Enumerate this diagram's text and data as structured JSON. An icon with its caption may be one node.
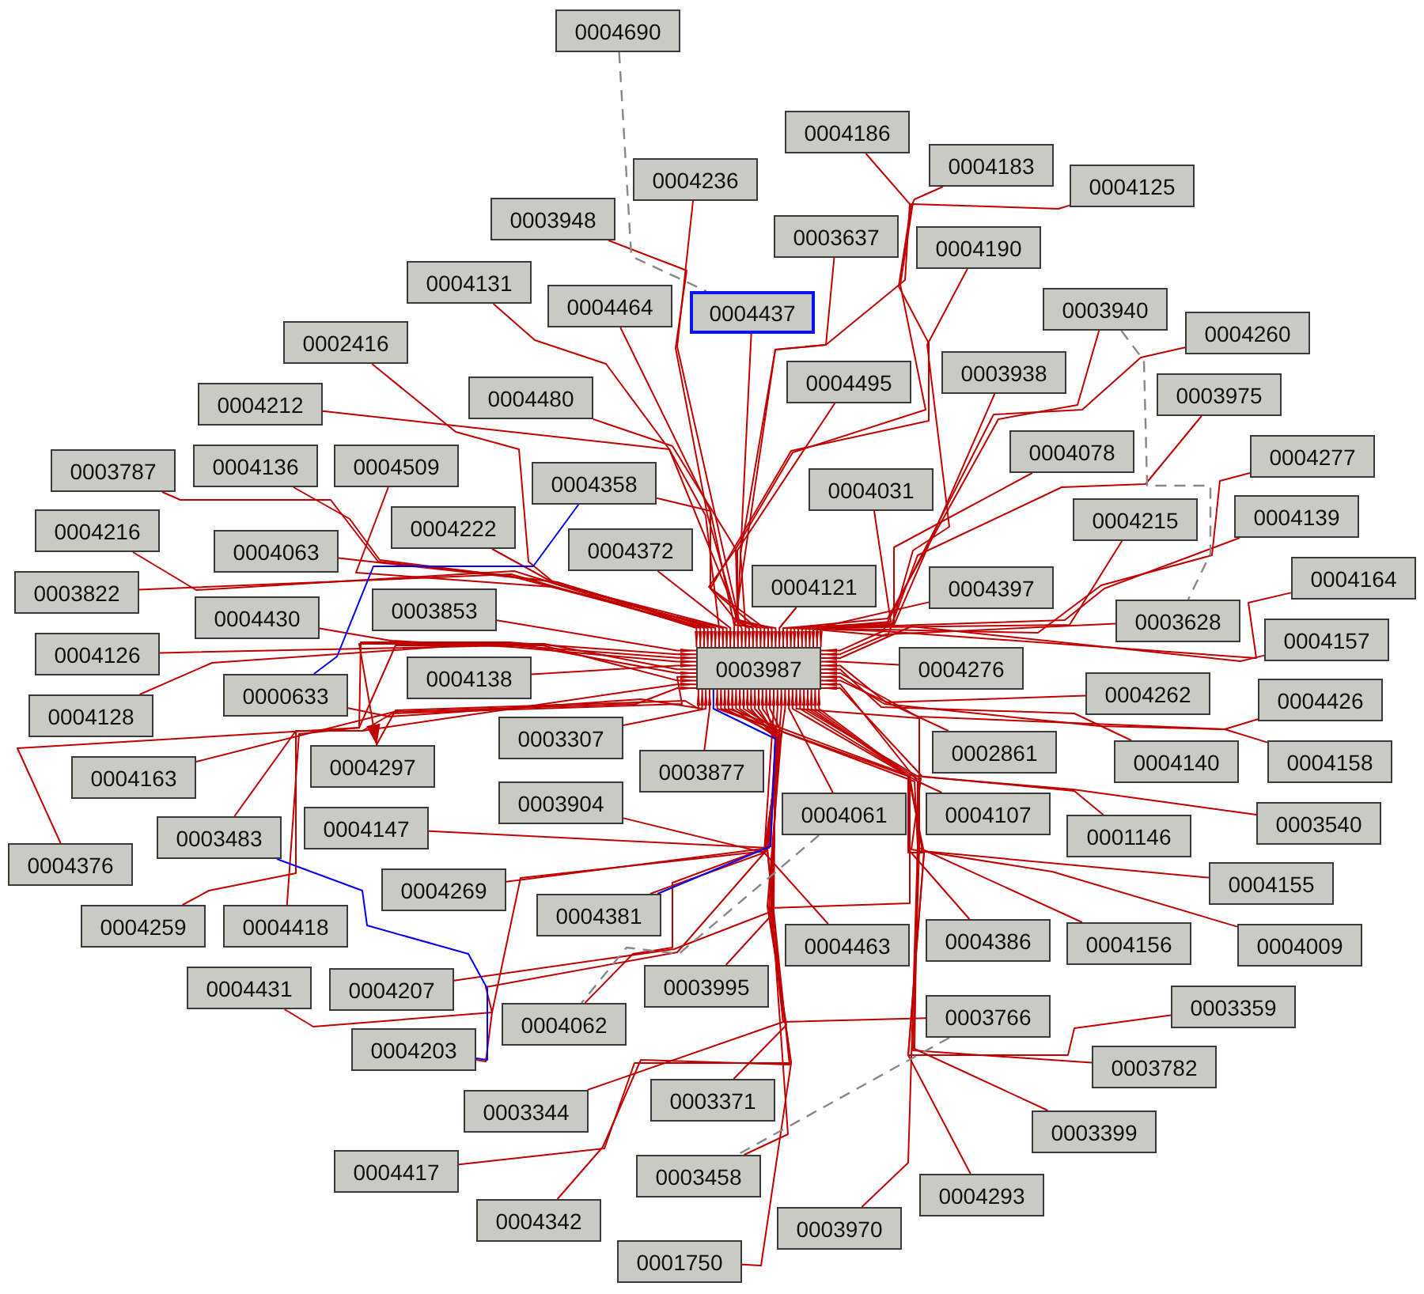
{
  "diagram": {
    "nodes": [
      {
        "text": [
          "0004690"
        ]
      },
      {
        "text": [
          "0004186"
        ]
      },
      {
        "text": [
          "0004183"
        ]
      },
      {
        "text": [
          "0004236"
        ]
      },
      {
        "text": [
          "0004125"
        ]
      },
      {
        "text": [
          "0003948"
        ]
      },
      {
        "text": [
          "0003637"
        ]
      },
      {
        "text": [
          "0004190"
        ]
      },
      {
        "text": [
          "0004131"
        ]
      },
      {
        "text": [
          "0004464"
        ]
      },
      {
        "text": [
          "0004437"
        ]
      },
      {
        "text": [
          "0003940"
        ]
      },
      {
        "text": [
          "0004260"
        ]
      },
      {
        "text": [
          "0002416"
        ]
      },
      {
        "text": [
          "0003938"
        ]
      },
      {
        "text": [
          "0004495"
        ]
      },
      {
        "text": [
          "0003975"
        ]
      },
      {
        "text": [
          "0004480"
        ]
      },
      {
        "text": [
          "0004212"
        ]
      },
      {
        "text": [
          "0004078"
        ]
      },
      {
        "text": [
          "0004277"
        ]
      },
      {
        "text": [
          "0004136"
        ]
      },
      {
        "text": [
          "0004509"
        ]
      },
      {
        "text": [
          "0003787"
        ]
      },
      {
        "text": [
          "0004358"
        ]
      },
      {
        "text": [
          "0004031"
        ]
      },
      {
        "text": [
          "0004139"
        ]
      },
      {
        "text": [
          "0004215"
        ]
      },
      {
        "text": [
          "0004222"
        ]
      },
      {
        "text": [
          "0004216"
        ]
      },
      {
        "text": [
          "0004372"
        ]
      },
      {
        "text": [
          "0004063"
        ]
      },
      {
        "text": [
          "0004164"
        ]
      },
      {
        "text": [
          "0004121"
        ]
      },
      {
        "text": [
          "0004397"
        ]
      },
      {
        "text": [
          "0003822"
        ]
      },
      {
        "text": [
          "0003853"
        ]
      },
      {
        "text": [
          "0004430"
        ]
      },
      {
        "text": [
          "0003628"
        ]
      },
      {
        "text": [
          "0004157"
        ]
      },
      {
        "text": [
          "0004126"
        ]
      },
      {
        "text": [
          "0003987"
        ]
      },
      {
        "text": [
          "0004276"
        ]
      },
      {
        "text": [
          "0004138"
        ]
      },
      {
        "text": [
          "0004262"
        ]
      },
      {
        "text": [
          "0000633"
        ]
      },
      {
        "text": [
          "0004426"
        ]
      },
      {
        "text": [
          "0004128"
        ]
      },
      {
        "text": [
          "0003307"
        ]
      },
      {
        "text": [
          "0002861"
        ]
      },
      {
        "text": [
          "0004140"
        ]
      },
      {
        "text": [
          "0004158"
        ]
      },
      {
        "text": [
          "0004297"
        ]
      },
      {
        "text": [
          "0003877"
        ]
      },
      {
        "text": [
          "0004163"
        ]
      },
      {
        "text": [
          "0003904"
        ]
      },
      {
        "text": [
          "0004061"
        ]
      },
      {
        "text": [
          "0004107"
        ]
      },
      {
        "text": [
          "0003540"
        ]
      },
      {
        "text": [
          "0004147"
        ]
      },
      {
        "text": [
          "0001146"
        ]
      },
      {
        "text": [
          "0003483"
        ]
      },
      {
        "text": [
          "0004376"
        ]
      },
      {
        "text": [
          "0004155"
        ]
      },
      {
        "text": [
          "0004269"
        ]
      },
      {
        "text": [
          "0004381"
        ]
      },
      {
        "text": [
          "0004259"
        ]
      },
      {
        "text": [
          "0004418"
        ]
      },
      {
        "text": [
          "0004386"
        ]
      },
      {
        "text": [
          "0004156"
        ]
      },
      {
        "text": [
          "0004463"
        ]
      },
      {
        "text": [
          "0004009"
        ]
      },
      {
        "text": [
          "0003995"
        ]
      },
      {
        "text": [
          "0004431"
        ]
      },
      {
        "text": [
          "0004207"
        ]
      },
      {
        "text": [
          "0003359"
        ]
      },
      {
        "text": [
          "0003766"
        ]
      },
      {
        "text": [
          "0004062"
        ]
      },
      {
        "text": [
          "0004203"
        ]
      },
      {
        "text": [
          "0003782"
        ]
      },
      {
        "text": [
          "0003371"
        ]
      },
      {
        "text": [
          "0003344"
        ]
      },
      {
        "text": [
          "0003399"
        ]
      },
      {
        "text": [
          "0004417"
        ]
      },
      {
        "text": [
          "0003458"
        ]
      },
      {
        "text": [
          "0004293"
        ]
      },
      {
        "text": [
          "0004342"
        ]
      },
      {
        "text": [
          "0003970"
        ]
      },
      {
        "text": [
          "0001750"
        ]
      }
    ],
    "edges": [
      {
        "from": 1,
        "to": 41,
        "arrow": "to"
      },
      {
        "from": 2,
        "to": 41,
        "arrow": "to"
      },
      {
        "from": 3,
        "to": 41,
        "arrow": "to"
      },
      {
        "from": 4,
        "to": 41,
        "arrow": "to"
      },
      {
        "from": 5,
        "to": 41,
        "arrow": "to"
      },
      {
        "from": 6,
        "to": 41,
        "arrow": "to"
      },
      {
        "from": 7,
        "to": 41,
        "arrow": "to"
      },
      {
        "from": 8,
        "to": 41,
        "arrow": "to"
      },
      {
        "from": 9,
        "to": 41,
        "arrow": "to"
      },
      {
        "from": 10,
        "to": 41,
        "arrow": "to"
      },
      {
        "from": 11,
        "to": 41,
        "arrow": "to"
      },
      {
        "from": 12,
        "to": 41,
        "arrow": "to"
      },
      {
        "from": 13,
        "to": 41,
        "arrow": "to"
      },
      {
        "from": 14,
        "to": 41,
        "arrow": "to"
      },
      {
        "from": 15,
        "to": 41,
        "arrow": "to"
      },
      {
        "from": 16,
        "to": 41,
        "arrow": "to"
      },
      {
        "from": 17,
        "to": 41,
        "arrow": "to"
      },
      {
        "from": 18,
        "to": 41,
        "arrow": "to"
      },
      {
        "from": 19,
        "to": 41,
        "arrow": "to"
      },
      {
        "from": 20,
        "to": 41,
        "arrow": "to"
      },
      {
        "from": 21,
        "to": 41,
        "arrow": "to"
      },
      {
        "from": 22,
        "to": 41,
        "arrow": "to"
      },
      {
        "from": 23,
        "to": 41,
        "arrow": "to"
      },
      {
        "from": 24,
        "to": 41,
        "arrow": "to"
      },
      {
        "from": 25,
        "to": 41,
        "arrow": "to"
      },
      {
        "from": 26,
        "to": 41,
        "arrow": "to"
      },
      {
        "from": 27,
        "to": 41,
        "arrow": "to"
      },
      {
        "from": 28,
        "to": 41,
        "arrow": "to"
      },
      {
        "from": 29,
        "to": 41,
        "arrow": "to"
      },
      {
        "from": 30,
        "to": 41,
        "arrow": "to"
      },
      {
        "from": 31,
        "to": 41,
        "arrow": "to"
      },
      {
        "from": 32,
        "to": 41,
        "arrow": "to"
      },
      {
        "from": 33,
        "to": 41,
        "arrow": "to"
      },
      {
        "from": 34,
        "to": 41,
        "arrow": "to"
      },
      {
        "from": 35,
        "to": 41,
        "arrow": "to"
      },
      {
        "from": 36,
        "to": 41,
        "arrow": "to"
      },
      {
        "from": 37,
        "to": 41,
        "arrow": "to"
      },
      {
        "from": 38,
        "to": 41,
        "arrow": "to"
      },
      {
        "from": 39,
        "to": 41,
        "arrow": "to"
      },
      {
        "from": 40,
        "to": 41,
        "arrow": "to"
      },
      {
        "from": 42,
        "to": 41,
        "arrow": "to"
      },
      {
        "from": 43,
        "to": 41,
        "arrow": "to"
      },
      {
        "from": 44,
        "to": 41,
        "arrow": "to"
      },
      {
        "from": 45,
        "to": 41,
        "arrow": "to"
      },
      {
        "from": 46,
        "to": 41,
        "arrow": "to"
      },
      {
        "from": 47,
        "to": 41,
        "arrow": "to"
      },
      {
        "from": 48,
        "to": 41,
        "arrow": "to"
      },
      {
        "from": 49,
        "to": 41,
        "arrow": "to"
      },
      {
        "from": 50,
        "to": 41,
        "arrow": "to"
      },
      {
        "from": 51,
        "to": 41,
        "arrow": "to"
      },
      {
        "from": 52,
        "to": 41,
        "arrow": "to"
      },
      {
        "from": 53,
        "to": 41,
        "arrow": "to"
      },
      {
        "from": 54,
        "to": 41,
        "arrow": "to"
      },
      {
        "from": 55,
        "to": 41,
        "arrow": "to"
      },
      {
        "from": 56,
        "to": 41,
        "arrow": "to"
      },
      {
        "from": 57,
        "to": 41,
        "arrow": "to"
      },
      {
        "from": 58,
        "to": 41,
        "arrow": "to"
      },
      {
        "from": 59,
        "to": 41,
        "arrow": "to"
      },
      {
        "from": 60,
        "to": 41,
        "arrow": "to"
      },
      {
        "from": 61,
        "to": 41,
        "arrow": "to"
      },
      {
        "from": 62,
        "to": 41,
        "arrow": "to"
      },
      {
        "from": 63,
        "to": 41,
        "arrow": "to"
      },
      {
        "from": 64,
        "to": 41,
        "arrow": "to"
      },
      {
        "from": 65,
        "to": 41,
        "arrow": "to"
      },
      {
        "from": 66,
        "to": 41,
        "arrow": "to"
      },
      {
        "from": 67,
        "to": 41,
        "arrow": "to"
      },
      {
        "from": 68,
        "to": 41,
        "arrow": "to"
      },
      {
        "from": 69,
        "to": 41,
        "arrow": "to"
      },
      {
        "from": 70,
        "to": 41,
        "arrow": "to"
      },
      {
        "from": 71,
        "to": 41,
        "arrow": "to"
      },
      {
        "from": 72,
        "to": 41,
        "arrow": "to"
      },
      {
        "from": 73,
        "to": 41,
        "arrow": "to"
      },
      {
        "from": 74,
        "to": 41,
        "arrow": "to"
      },
      {
        "from": 75,
        "to": 41,
        "arrow": "to"
      },
      {
        "from": 76,
        "to": 41,
        "arrow": "to"
      },
      {
        "from": 77,
        "to": 41,
        "arrow": "to"
      },
      {
        "from": 78,
        "to": 41,
        "arrow": "to"
      },
      {
        "from": 79,
        "to": 41,
        "arrow": "to"
      },
      {
        "from": 80,
        "to": 41,
        "arrow": "to"
      },
      {
        "from": 81,
        "to": 41,
        "arrow": "to"
      },
      {
        "from": 82,
        "to": 41,
        "arrow": "to"
      },
      {
        "from": 83,
        "to": 41,
        "arrow": "to"
      },
      {
        "from": 84,
        "to": 41,
        "arrow": "to"
      },
      {
        "from": 85,
        "to": 41,
        "arrow": "to"
      },
      {
        "from": 86,
        "to": 41,
        "arrow": "to"
      },
      {
        "from": 87,
        "to": 41,
        "arrow": "to"
      },
      {
        "from": 88,
        "to": 41,
        "arrow": "to"
      },
      {
        "from": 41,
        "to": 52,
        "arrow": "to"
      },
      {
        "from": 24,
        "to": 45,
        "arrow": "none",
        "color": "#0000ee"
      },
      {
        "from": 61,
        "to": 78,
        "arrow": "none",
        "color": "#0000ee"
      },
      {
        "from": 41,
        "to": 65,
        "arrow": "none",
        "color": "#0000ee"
      },
      {
        "from": 0,
        "to": 10,
        "arrow": "none",
        "style": "dashed",
        "color": "#888888"
      },
      {
        "from": 11,
        "to": 38,
        "arrow": "none",
        "style": "dashed",
        "color": "#888888"
      },
      {
        "from": 56,
        "to": 77,
        "arrow": "none",
        "style": "dashed",
        "color": "#888888"
      },
      {
        "from": 76,
        "to": 84,
        "arrow": "none",
        "style": "dashed",
        "color": "#888888"
      }
    ]
  }
}
